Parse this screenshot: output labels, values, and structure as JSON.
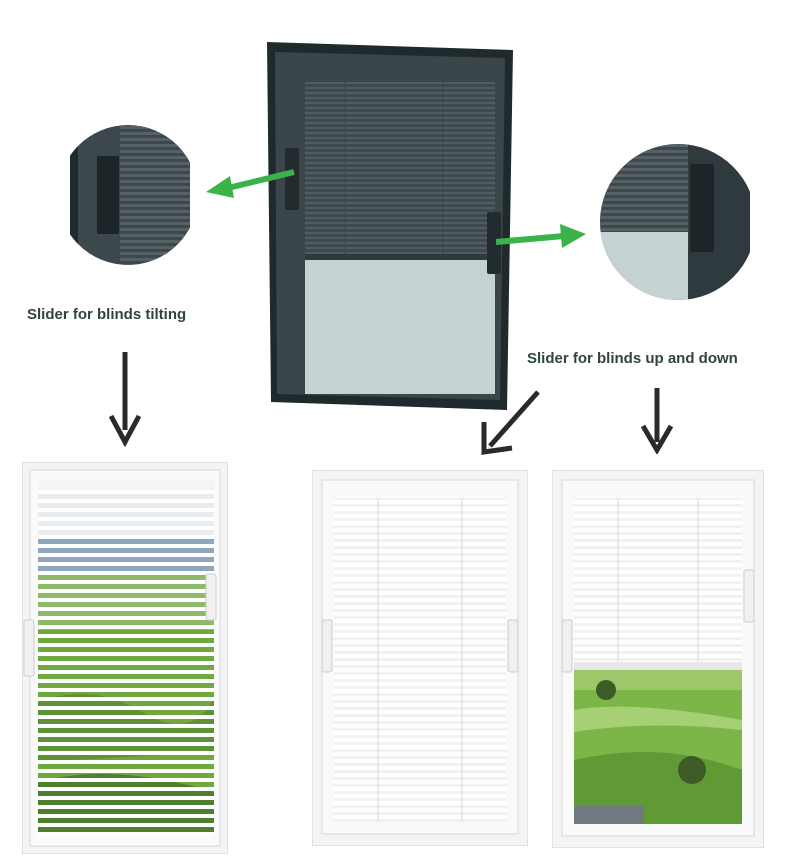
{
  "labels": {
    "tilting": "Slider for blinds tilting",
    "up_down": "Slider for blinds up and down"
  },
  "colors": {
    "frame_dark": "#2e3a3d",
    "slat_dark": "#4a565a",
    "glass": "#c7d3d3",
    "arrow_green": "#3bb34a",
    "arrow_dark": "#2a2a2a",
    "label_text": "#2f4638",
    "white_frame": "#f4f4f4",
    "grass": "#6ea83f"
  },
  "icons": {
    "arrow_to_zoom": "arrow-left-green",
    "arrow_to_zoom_right": "arrow-right-green",
    "down_arrows": "arrow-down-dark"
  },
  "windows": [
    {
      "name": "tilted-blinds-window",
      "state": "slats tilted open, landscape visible between slats"
    },
    {
      "name": "closed-blinds-window",
      "state": "blinds fully lowered"
    },
    {
      "name": "raised-blinds-window",
      "state": "blinds raised, landscape visible below"
    }
  ]
}
